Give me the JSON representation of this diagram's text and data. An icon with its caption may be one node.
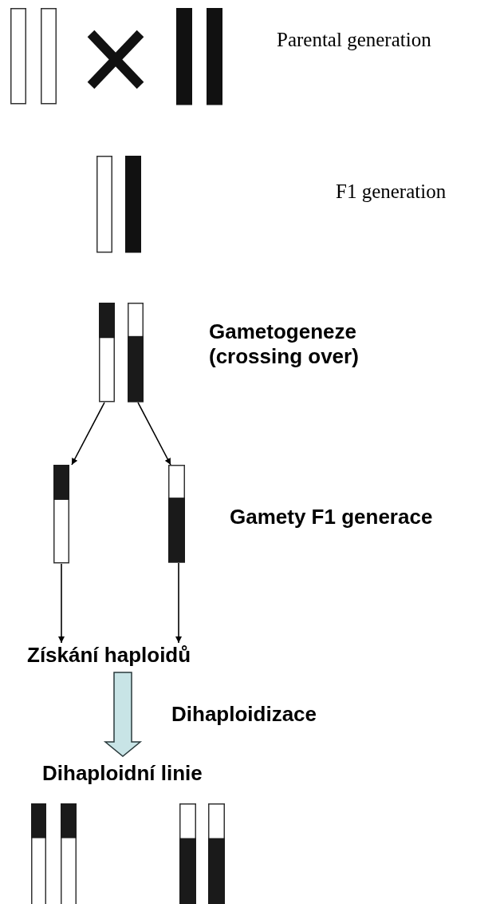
{
  "diagram": {
    "nodes": [
      {
        "text": [],
        "shape": "picture"
      },
      {
        "text": [],
        "shape": "picture"
      },
      {
        "text": [],
        "shape": "picture"
      },
      {
        "text": [],
        "shape": "picture"
      },
      {
        "text": [],
        "shape": "picture"
      },
      {
        "text": [],
        "shape": "picture"
      },
      {
        "text": [
          "Získání haploidů"
        ]
      },
      {
        "text": [
          "Dihaploidní linie"
        ]
      },
      {
        "text": [],
        "shape": "picture"
      },
      {
        "text": [],
        "shape": "picture"
      }
    ],
    "edges": [
      {
        "from": 3,
        "to": 4,
        "arrow": "to"
      },
      {
        "from": 3,
        "to": 5,
        "arrow": "to"
      },
      {
        "from": 4,
        "to": 6,
        "arrow": "to"
      },
      {
        "from": 5,
        "to": 6,
        "arrow": "to"
      },
      {
        "from": 6,
        "to": 7,
        "arrow": "to",
        "label": "Dihaploidizace",
        "style": "thick",
        "color": "#c8e4e6"
      }
    ],
    "labels": [
      "Parental generation",
      "F1 generation",
      "Gametogeneze (crossing over)",
      "Gamety F1 generace"
    ]
  }
}
